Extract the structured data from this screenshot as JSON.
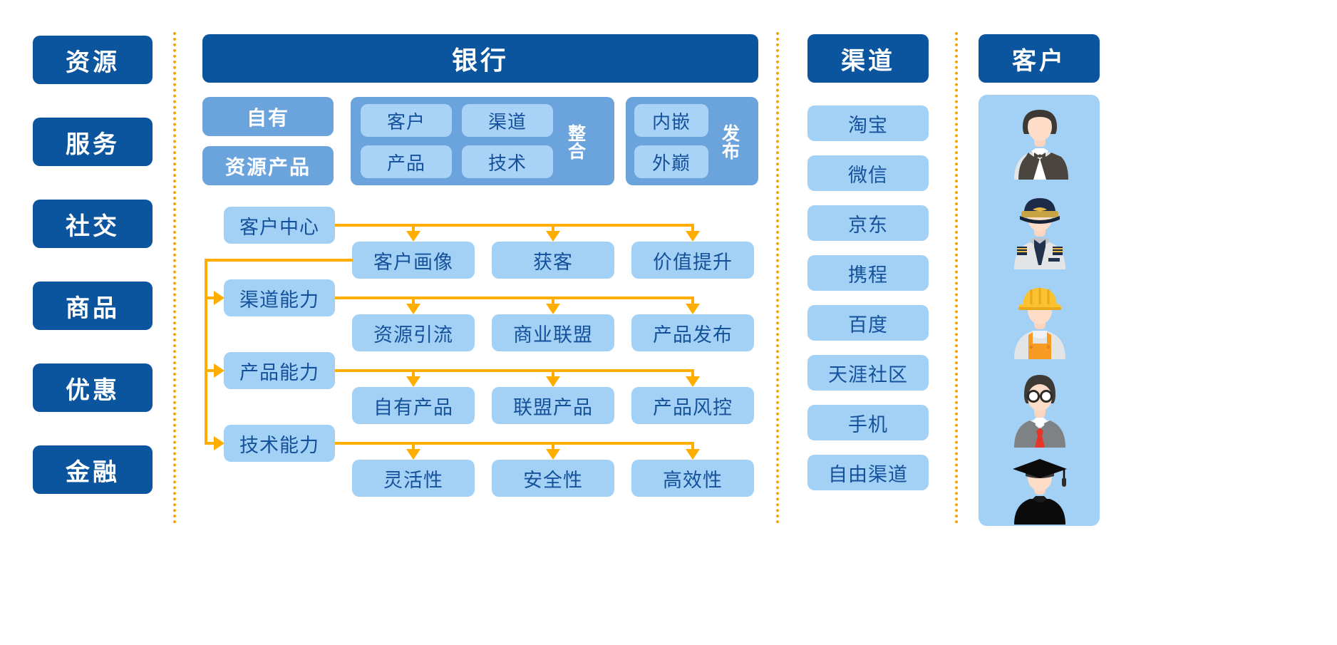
{
  "left_column": {
    "name": "resource-pillars",
    "items": [
      {
        "label": "资源"
      },
      {
        "label": "服务"
      },
      {
        "label": "社交"
      },
      {
        "label": "商品"
      },
      {
        "label": "优惠"
      },
      {
        "label": "金融"
      }
    ]
  },
  "bank": {
    "title": "银行",
    "own": {
      "items": [
        {
          "label": "自有"
        },
        {
          "label": "资源产品"
        }
      ]
    },
    "integration": {
      "side_label": "整合",
      "items": [
        {
          "label": "客户"
        },
        {
          "label": "渠道"
        },
        {
          "label": "产品"
        },
        {
          "label": "技术"
        }
      ]
    },
    "publish": {
      "side_label": "发布",
      "items": [
        {
          "label": "内嵌"
        },
        {
          "label": "外巅"
        }
      ]
    },
    "flow": {
      "rows": [
        {
          "capability": "客户中心",
          "children": [
            {
              "label": "客户画像"
            },
            {
              "label": "获客"
            },
            {
              "label": "价值提升"
            }
          ]
        },
        {
          "capability": "渠道能力",
          "children": [
            {
              "label": "资源引流"
            },
            {
              "label": "商业联盟"
            },
            {
              "label": "产品发布"
            }
          ]
        },
        {
          "capability": "产品能力",
          "children": [
            {
              "label": "自有产品"
            },
            {
              "label": "联盟产品"
            },
            {
              "label": "产品风控"
            }
          ]
        },
        {
          "capability": "技术能力",
          "children": [
            {
              "label": "灵活性"
            },
            {
              "label": "安全性"
            },
            {
              "label": "高效性"
            }
          ]
        }
      ]
    }
  },
  "channel_column": {
    "title": "渠道",
    "items": [
      {
        "label": "淘宝"
      },
      {
        "label": "微信"
      },
      {
        "label": "京东"
      },
      {
        "label": "携程"
      },
      {
        "label": "百度"
      },
      {
        "label": "天涯社区"
      },
      {
        "label": "手机"
      },
      {
        "label": "自由渠道"
      }
    ]
  },
  "customer_column": {
    "title": "客户",
    "avatars": [
      {
        "name": "waiter-avatar"
      },
      {
        "name": "pilot-avatar"
      },
      {
        "name": "construction-worker-avatar"
      },
      {
        "name": "businessman-avatar"
      },
      {
        "name": "graduate-avatar"
      }
    ]
  },
  "colors": {
    "dark_blue": "#0B549E",
    "mid_blue": "#6BA3DC",
    "light_blue": "#A3D0F5",
    "pale_blue": "#BFDFFA",
    "orange": "#FFAE00",
    "dotted_orange": "#F0A500",
    "text_blue": "#15519A"
  }
}
